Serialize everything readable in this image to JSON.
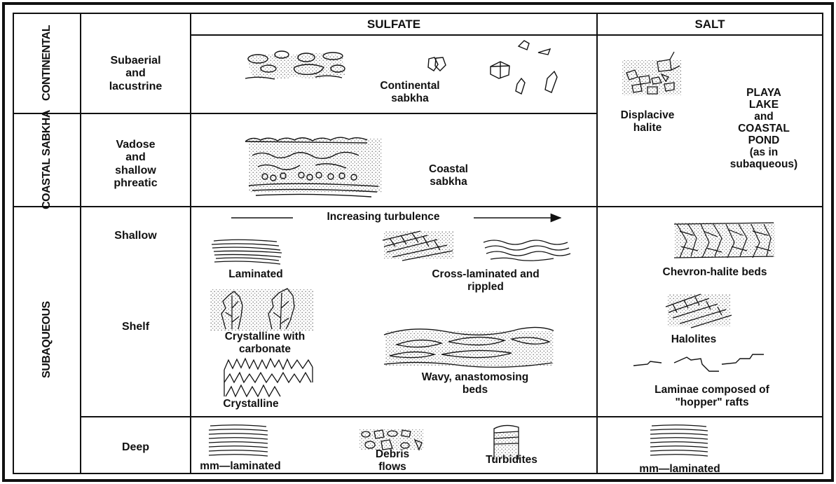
{
  "columns": {
    "sulfate": "SULFATE",
    "salt": "SALT"
  },
  "groups": {
    "continental": "CONTINENTAL",
    "coastal": "COASTAL\nSABKHA",
    "subaqueous": "SUBAQUEOUS"
  },
  "environments": {
    "subaerial": "Subaerial\nand\nlacustrine",
    "vadose": "Vadose\nand\nshallow\nphreatic",
    "shallow": "Shallow",
    "shelf": "Shelf",
    "deep": "Deep"
  },
  "sulfate": {
    "continental_sabkha": "Continental\nsabkha",
    "coastal_sabkha": "Coastal\nsabkha",
    "turbulence": "Increasing turbulence",
    "laminated": "Laminated",
    "cross_laminated": "Cross-laminated and\nrippled",
    "crystalline_carbonate": "Crystalline with\ncarbonate",
    "crystalline": "Crystalline",
    "wavy": "Wavy, anastomosing\nbeds",
    "mm_laminated": "mm—laminated",
    "debris_flows": "Debris\nflows",
    "turbidites": "Turbidites"
  },
  "salt": {
    "displacive_halite": "Displacive\nhalite",
    "playa": "PLAYA\nLAKE\nand\nCOASTAL\nPOND\n(as in\nsubaqueous)",
    "chevron": "Chevron-halite beds",
    "halolites": "Halolites",
    "laminae_hopper": "Laminae composed of\n\"hopper\" rafts",
    "mm_laminated": "mm—laminated"
  }
}
